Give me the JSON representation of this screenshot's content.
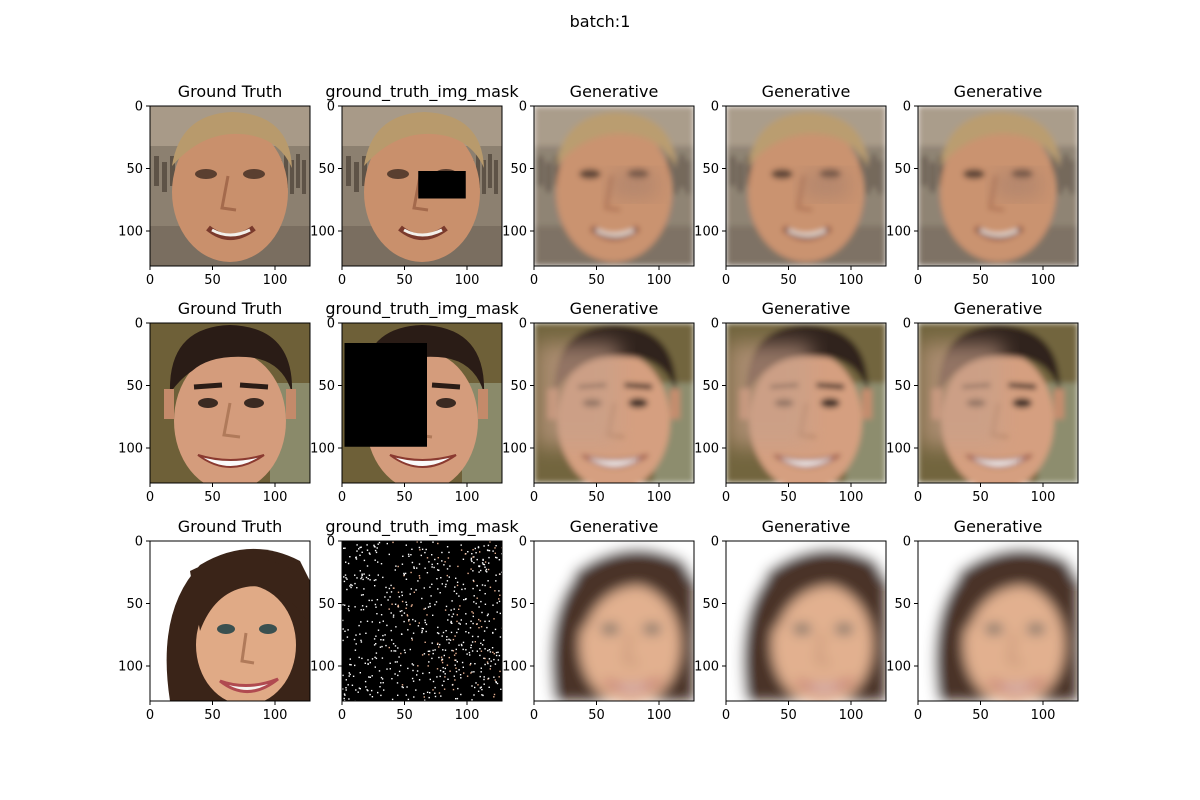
{
  "figure": {
    "suptitle": "batch:1"
  },
  "axes": {
    "x_ticks": [
      "0",
      "50",
      "100"
    ],
    "y_ticks": [
      "0",
      "50",
      "100"
    ],
    "tick_values": [
      0,
      50,
      100
    ],
    "range": [
      0,
      128
    ]
  },
  "rows": [
    {
      "person": "light-haired man, outdoor background",
      "mask": {
        "kind": "rect",
        "x": [
          61,
          99
        ],
        "y": [
          52,
          74
        ]
      },
      "panels": [
        {
          "title": "Ground Truth",
          "kind": "ground-truth"
        },
        {
          "title": "ground_truth_img_mask",
          "kind": "masked"
        },
        {
          "title": "Generative",
          "kind": "generated"
        },
        {
          "title": "Generative",
          "kind": "generated"
        },
        {
          "title": "Generative",
          "kind": "generated"
        }
      ]
    },
    {
      "person": "dark-haired man, smiling",
      "mask": {
        "kind": "rect",
        "x": [
          2,
          68
        ],
        "y": [
          16,
          99
        ]
      },
      "panels": [
        {
          "title": "Ground Truth",
          "kind": "ground-truth"
        },
        {
          "title": "ground_truth_img_mask",
          "kind": "masked"
        },
        {
          "title": "Generative",
          "kind": "generated"
        },
        {
          "title": "Generative",
          "kind": "generated"
        },
        {
          "title": "Generative",
          "kind": "generated"
        }
      ]
    },
    {
      "person": "dark-haired woman, white background",
      "mask": {
        "kind": "sparse-noise"
      },
      "panels": [
        {
          "title": "Ground Truth",
          "kind": "ground-truth"
        },
        {
          "title": "ground_truth_img_mask",
          "kind": "masked"
        },
        {
          "title": "Generative",
          "kind": "generated"
        },
        {
          "title": "Generative",
          "kind": "generated"
        },
        {
          "title": "Generative",
          "kind": "generated"
        }
      ]
    }
  ]
}
